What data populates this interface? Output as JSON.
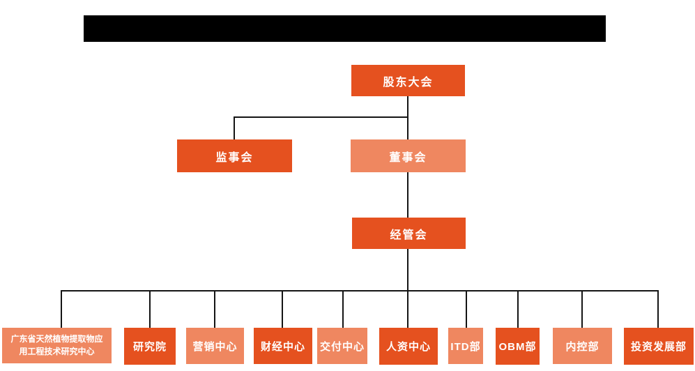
{
  "colors": {
    "primary": "#E5511F",
    "secondary": "#EF8760",
    "line": "#141414",
    "bar": "#000000",
    "text": "#FFFFFF",
    "background": "#FFFFFF"
  },
  "org_chart": {
    "root": {
      "label": "股东大会"
    },
    "supervisors": {
      "label": "监事会"
    },
    "board": {
      "label": "董事会"
    },
    "management": {
      "label": "经管会"
    },
    "departments": [
      {
        "label": "广东省天然植物提取物应\n用工程技术研究中心",
        "variant": "light"
      },
      {
        "label": "研究院",
        "variant": "dark"
      },
      {
        "label": "营销中心",
        "variant": "light"
      },
      {
        "label": "财经中心",
        "variant": "dark"
      },
      {
        "label": "交付中心",
        "variant": "light"
      },
      {
        "label": "人资中心",
        "variant": "dark"
      },
      {
        "label": "ITD部",
        "variant": "light"
      },
      {
        "label": "OBM部",
        "variant": "dark"
      },
      {
        "label": "内控部",
        "variant": "light"
      },
      {
        "label": "投资发展部",
        "variant": "dark"
      }
    ]
  }
}
